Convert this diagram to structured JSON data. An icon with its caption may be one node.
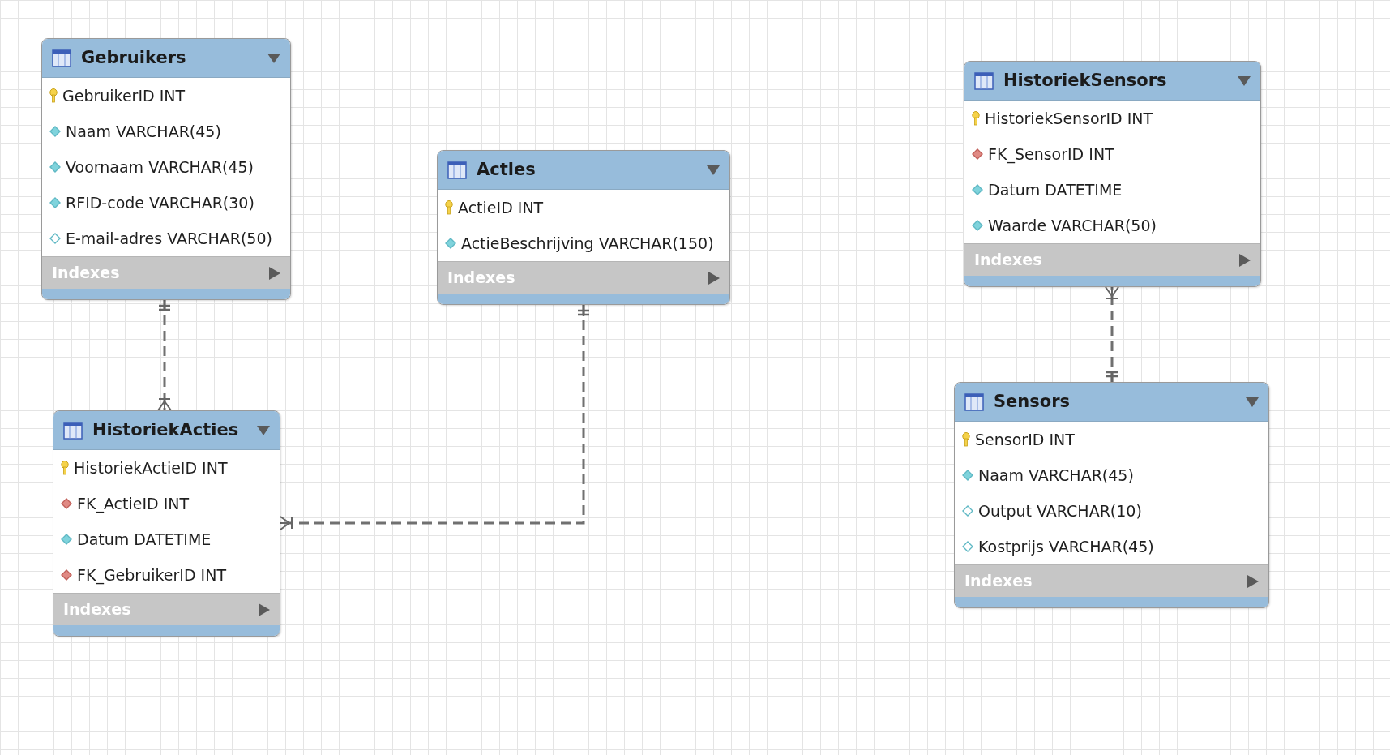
{
  "diagram": {
    "nodes": [
      {
        "text": [
          "Gebruikers",
          "GebruikerID INT",
          "Naam VARCHAR(45)",
          "Voornaam VARCHAR(45)",
          "RFID-code VARCHAR(30)",
          "E-mail-adres VARCHAR(50)",
          "Indexes"
        ]
      },
      {
        "text": [
          "Acties",
          "ActieID INT",
          "ActieBeschrijving VARCHAR(150)",
          "Indexes"
        ]
      },
      {
        "text": [
          "HistoriekSensors",
          "HistoriekSensorID INT",
          "FK_SensorID INT",
          "Datum DATETIME",
          "Waarde VARCHAR(50)",
          "Indexes"
        ]
      },
      {
        "text": [
          "HistoriekActies",
          "HistoriekActieID INT",
          "FK_ActieID INT",
          "Datum DATETIME",
          "FK_GebruikerID INT",
          "Indexes"
        ]
      },
      {
        "text": [
          "Sensors",
          "SensorID INT",
          "Naam VARCHAR(45)",
          "Output VARCHAR(10)",
          "Kostprijs VARCHAR(45)",
          "Indexes"
        ]
      }
    ],
    "edges": [
      {
        "from": 0,
        "to": 3,
        "arrow": "other",
        "style": "dashed"
      },
      {
        "from": 1,
        "to": 3,
        "arrow": "other",
        "style": "dashed"
      },
      {
        "from": 4,
        "to": 2,
        "arrow": "other",
        "style": "dashed"
      }
    ]
  }
}
